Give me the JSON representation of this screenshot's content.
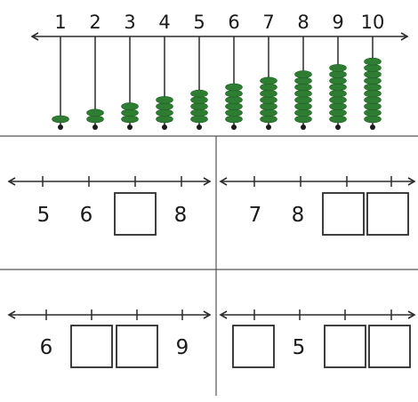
{
  "colors": {
    "bead": "#2e7d32",
    "bead_light": "#4caf50",
    "line": "#2a2a2a",
    "divider": "#555555"
  },
  "abacus": {
    "labels": [
      "1",
      "2",
      "3",
      "4",
      "5",
      "6",
      "7",
      "8",
      "9",
      "10"
    ],
    "bead_counts": [
      1,
      2,
      3,
      4,
      5,
      6,
      7,
      8,
      9,
      10
    ]
  },
  "exercises": [
    {
      "items": [
        {
          "text": "5"
        },
        {
          "text": "6"
        },
        {
          "box": true
        },
        {
          "text": "8"
        }
      ]
    },
    {
      "items": [
        {
          "text": "7"
        },
        {
          "text": "8"
        },
        {
          "box": true
        },
        {
          "box": true
        }
      ]
    },
    {
      "items": [
        {
          "text": "6"
        },
        {
          "box": true
        },
        {
          "box": true
        },
        {
          "text": "9"
        }
      ]
    },
    {
      "items": [
        {
          "box": true
        },
        {
          "text": "5"
        },
        {
          "box": true
        },
        {
          "box": true
        }
      ]
    }
  ]
}
